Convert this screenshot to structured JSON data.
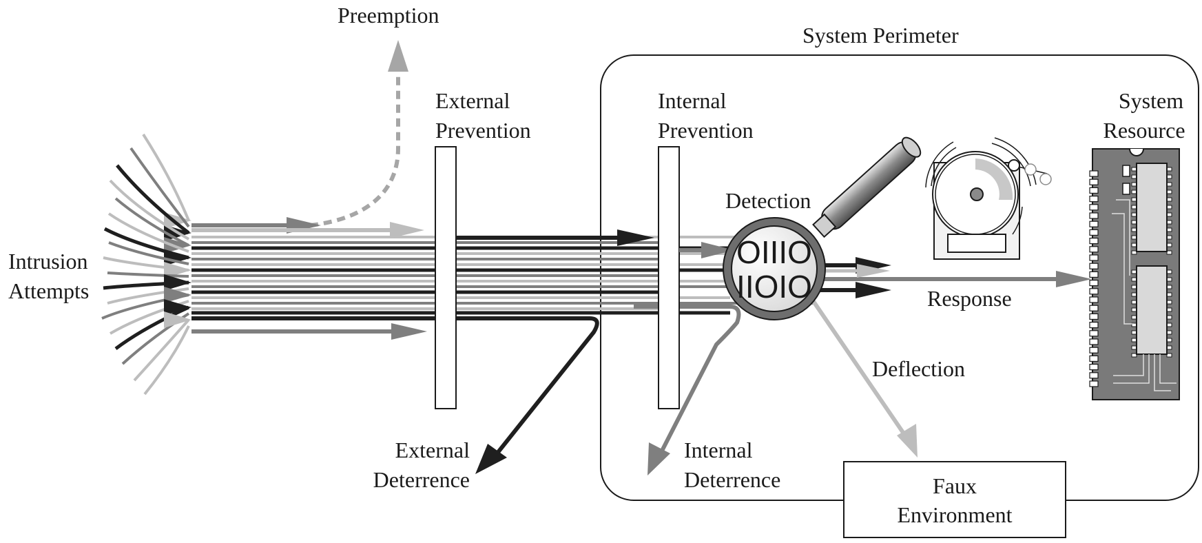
{
  "labels": {
    "preemption": "Preemption",
    "system_perimeter": "System Perimeter",
    "external_prevention": [
      "External",
      "Prevention"
    ],
    "internal_prevention": [
      "Internal",
      "Prevention"
    ],
    "system_resource": [
      "System",
      "Resource"
    ],
    "detection": "Detection",
    "intrusion_attempts": [
      "Intrusion",
      "Attempts"
    ],
    "response": "Response",
    "deflection": "Deflection",
    "external_deterrence": [
      "External",
      "Deterrence"
    ],
    "internal_deterrence": [
      "Internal",
      "Deterrence"
    ],
    "faux_environment": [
      "Faux",
      "Environment"
    ]
  },
  "magnifier_bits": [
    "OIIIO",
    "IIOIO"
  ],
  "colors": {
    "dark": "#1f1f1f",
    "mid": "#7f7f7f",
    "light": "#bdbdbd",
    "ink": "#1a1a1a"
  }
}
